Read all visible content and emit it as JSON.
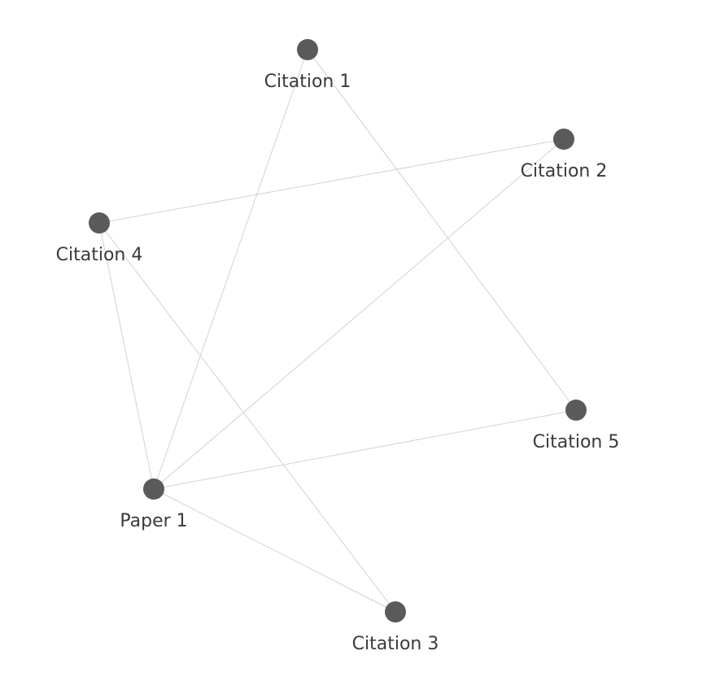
{
  "graph": {
    "node_color": "#5a5a5a",
    "edge_color": "#d2d2d2",
    "nodes": [
      {
        "id": "paper1",
        "label": "Paper 1"
      },
      {
        "id": "c1",
        "label": "Citation 1"
      },
      {
        "id": "c2",
        "label": "Citation 2"
      },
      {
        "id": "c3",
        "label": "Citation 3"
      },
      {
        "id": "c4",
        "label": "Citation 4"
      },
      {
        "id": "c5",
        "label": "Citation 5"
      }
    ],
    "edges": [
      {
        "source": "paper1",
        "target": "c1"
      },
      {
        "source": "paper1",
        "target": "c2"
      },
      {
        "source": "paper1",
        "target": "c3"
      },
      {
        "source": "paper1",
        "target": "c4"
      },
      {
        "source": "paper1",
        "target": "c5"
      },
      {
        "source": "c1",
        "target": "c5"
      },
      {
        "source": "c4",
        "target": "c2"
      },
      {
        "source": "c4",
        "target": "c3"
      }
    ]
  }
}
